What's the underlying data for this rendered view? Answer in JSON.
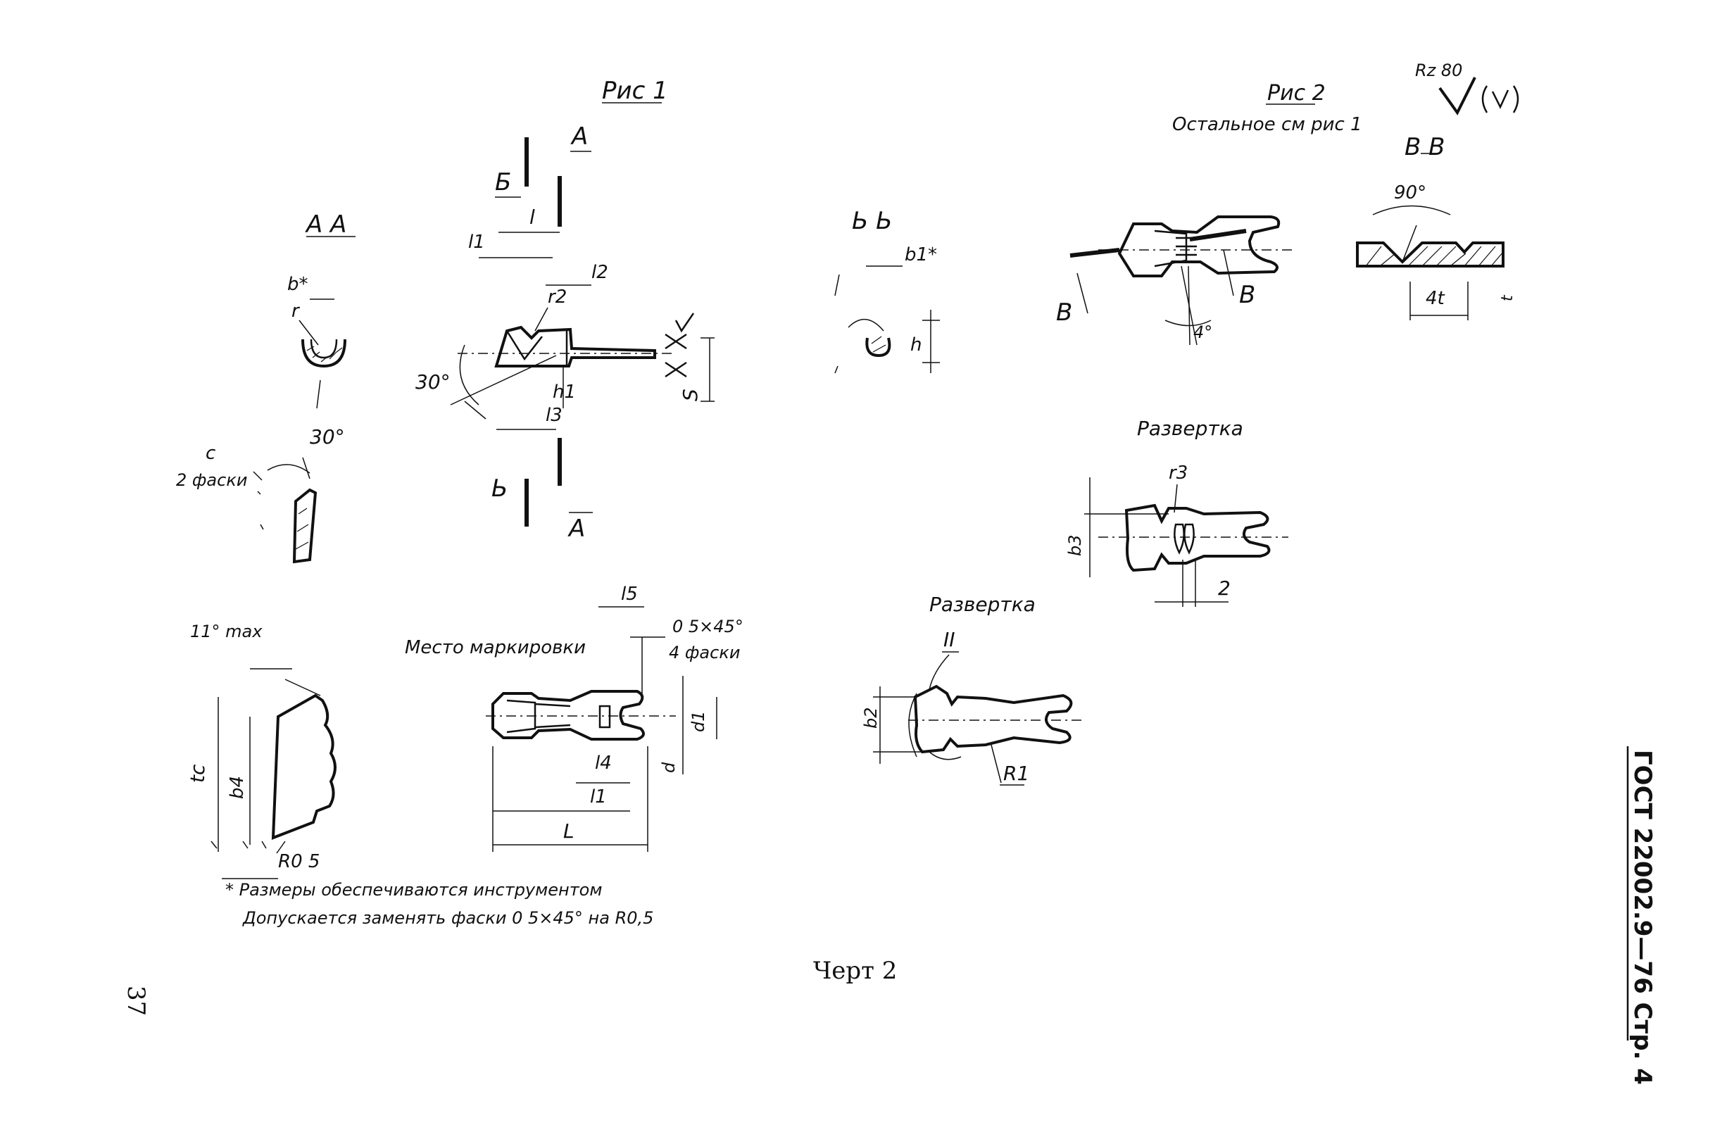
{
  "fig1": {
    "title": "Рис 1",
    "section_aa": "А А",
    "section_bb": "Ь Ь",
    "label_a_top": "А",
    "label_b_top": "Б",
    "label_b_bottom": "Ь",
    "label_a_bottom": "А",
    "dim_l": "l",
    "dim_l1": "l1",
    "dim_l2": "l2",
    "dim_l3": "l3",
    "dim_r2": "r2",
    "dim_h1": "h1",
    "dim_s": "S",
    "angle_30_left": "30°",
    "dim_b_star": "b*",
    "dim_r": "r",
    "angle_30_chamfer": "30°",
    "dim_c": "с",
    "chamfer_note": "2 фаски",
    "dim_b1_star": "b1*",
    "dim_h": "h"
  },
  "fig2": {
    "title": "Рис 2",
    "subtitle": "Остальное см рис 1",
    "roughness": "Rz 80",
    "section_vv": "В В",
    "angle_90": "90°",
    "dim_4t": "4t",
    "dim_t": "t",
    "label_v_left": "В",
    "label_v_right": "В",
    "angle_4": "4°"
  },
  "razvertka_top": {
    "title": "Развертка",
    "dim_r3": "r3",
    "dim_b3": "b3",
    "dim_2": "2"
  },
  "razvertka_bottom": {
    "title": "Развертка",
    "marker": "II",
    "dim_b2": "b2",
    "dim_r1": "R1"
  },
  "detail_left": {
    "angle_note": "11° max",
    "dim_tc": "tc",
    "dim_b4": "b4",
    "dim_r05": "R0 5"
  },
  "detail_middle": {
    "marking_note": "Место маркировки",
    "chamfer_dim": "0 5×45°",
    "chamfer_count": "4 фаски",
    "dim_l5": "l5",
    "dim_l4": "l4",
    "dim_l1": "l1",
    "dim_l": "L",
    "dim_d1": "d1",
    "dim_d": "d"
  },
  "footnote": {
    "line1": "* Размеры обеспечиваются инструментом",
    "line2": "Допускается заменять фаски 0 5×45° на R0,5"
  },
  "caption": "Черт 2",
  "page_number": "37",
  "standard_header": "ГОСТ 22002.9—76 Стр. 4"
}
